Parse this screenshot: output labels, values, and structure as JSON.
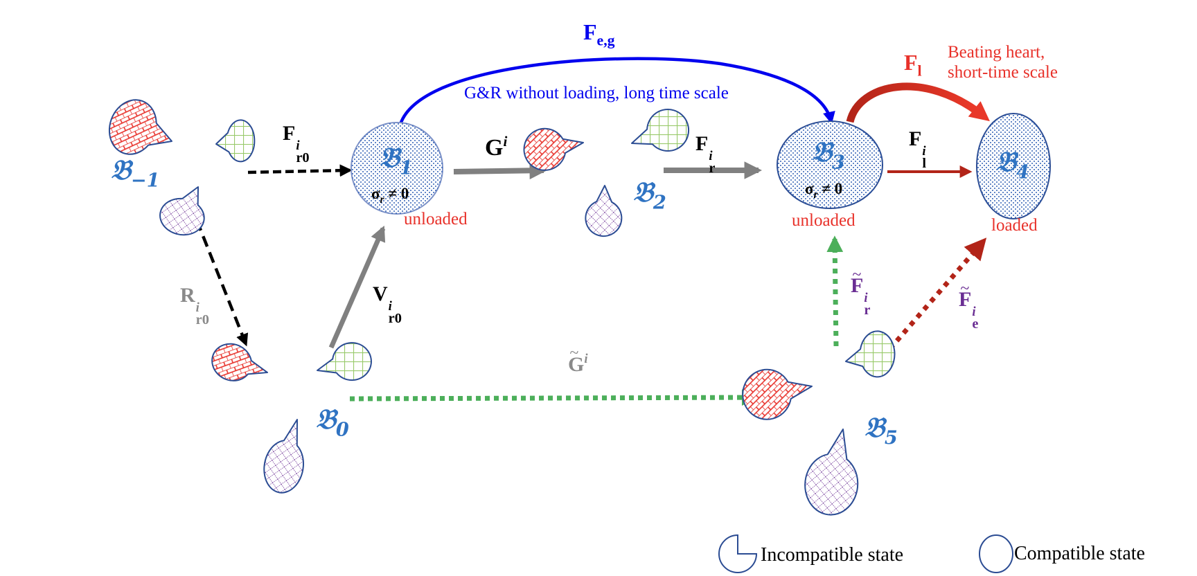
{
  "title": "Configurations and transformations in growth and remodeling (G&R)",
  "colors": {
    "configuration_label": "#2f73c2",
    "outline": "#2b4c93",
    "stipple": "#2f5fb3",
    "red_hatch": "#e8312a",
    "green_grid": "#98c96a",
    "purple_cross": "#6a2e93",
    "blue_arrow": "#0000ee",
    "gray_arrow": "#808080",
    "black_arrow": "#000000",
    "dark_red_arrow": "#b22418",
    "bright_red_arrow": "#e8382a",
    "green_dotted_arrow": "#4caf5a",
    "state_text_red": "#e8312a",
    "tilde_label_purple": "#6a2e93"
  },
  "configurations": [
    {
      "id": "B-1",
      "symbol": "𝔅",
      "subscript": "−1",
      "type": "incompatible"
    },
    {
      "id": "B0",
      "symbol": "𝔅",
      "subscript": "0",
      "type": "incompatible"
    },
    {
      "id": "B1",
      "symbol": "𝔅",
      "subscript": "1",
      "type": "compatible",
      "stress": "σ",
      "stress_sub": "r",
      "stress_relation": "≠ 0",
      "state": "unloaded"
    },
    {
      "id": "B2",
      "symbol": "𝔅",
      "subscript": "2",
      "type": "incompatible"
    },
    {
      "id": "B3",
      "symbol": "𝔅",
      "subscript": "3",
      "type": "compatible",
      "stress": "σ",
      "stress_sub": "r",
      "stress_relation": "≠ 0",
      "state": "unloaded"
    },
    {
      "id": "B4",
      "symbol": "𝔅",
      "subscript": "4",
      "type": "compatible",
      "state": "loaded"
    },
    {
      "id": "B5",
      "symbol": "𝔅",
      "subscript": "5",
      "type": "incompatible"
    }
  ],
  "maps": [
    {
      "id": "Fr0",
      "from": "B-1",
      "to": "B1",
      "base": "F",
      "sup": "i",
      "sub": "r0",
      "style": "dashed",
      "color": "black"
    },
    {
      "id": "Rr0",
      "from": "B-1",
      "to": "B0",
      "base": "R",
      "sup": "i",
      "sub": "r0",
      "style": "dashed",
      "color": "black",
      "label_color": "gray"
    },
    {
      "id": "Vr0",
      "from": "B0",
      "to": "B1",
      "base": "V",
      "sup": "i",
      "sub": "r0",
      "style": "solid",
      "color": "gray"
    },
    {
      "id": "G",
      "from": "B1",
      "to": "B2",
      "base": "G",
      "sup": "i",
      "sub": "",
      "style": "solid",
      "color": "gray"
    },
    {
      "id": "Fr",
      "from": "B2",
      "to": "B3",
      "base": "F",
      "sup": "i",
      "sub": "r",
      "style": "solid",
      "color": "gray"
    },
    {
      "id": "Fl_i",
      "from": "B3",
      "to": "B4",
      "base": "F",
      "sup": "i",
      "sub": "l",
      "style": "solid",
      "color": "dark_red"
    },
    {
      "id": "Feg",
      "from": "B1",
      "to": "B3",
      "base": "F",
      "sup": "",
      "sub": "e,g",
      "style": "solid-curved",
      "color": "blue",
      "caption": "G&R without loading, long time scale"
    },
    {
      "id": "Fl",
      "from": "B3",
      "to": "B4",
      "base": "F",
      "sup": "",
      "sub": "l",
      "style": "thick-curved",
      "color": "red",
      "caption_line1": "Beating heart,",
      "caption_line2": "short-time scale"
    },
    {
      "id": "Gtilde",
      "from": "B0",
      "to": "B5",
      "base": "G",
      "tilde": true,
      "sup": "i",
      "sub": "",
      "style": "dotted",
      "color": "green",
      "label_color": "gray"
    },
    {
      "id": "Frtilde",
      "from": "B5",
      "to": "B3",
      "base": "F",
      "tilde": true,
      "sup": "i",
      "sub": "r",
      "style": "dotted",
      "color": "green",
      "label_color": "purple"
    },
    {
      "id": "Fetilde",
      "from": "B5",
      "to": "B4",
      "base": "F",
      "tilde": true,
      "sup": "i",
      "sub": "e",
      "style": "dotted",
      "color": "dark_red",
      "label_color": "purple"
    }
  ],
  "legend": {
    "incompatible_label": "Incompatible state",
    "compatible_label": "Compatible state"
  }
}
